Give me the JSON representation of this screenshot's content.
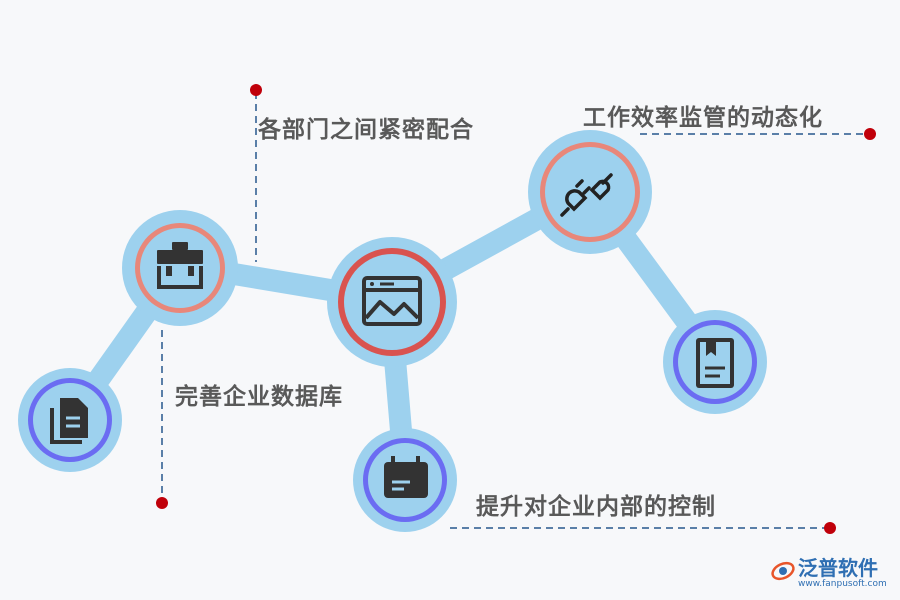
{
  "labels": {
    "coordination": "各部门之间紧密配合",
    "dynamic_supervision": "工作效率监管的动态化",
    "database": "完善企业数据库",
    "internal_control": "提升对企业内部的控制"
  },
  "logo": {
    "name": "泛普软件",
    "url": "www.fanpusoft.com"
  },
  "colors": {
    "connector": "#8ecdec",
    "ring_salmon": "#e8877a",
    "ring_red": "#d9534f",
    "ring_blue": "#6b6cf2",
    "icon": "#333333",
    "dot": "#c0000a",
    "dashed": "#5a7fa8"
  }
}
